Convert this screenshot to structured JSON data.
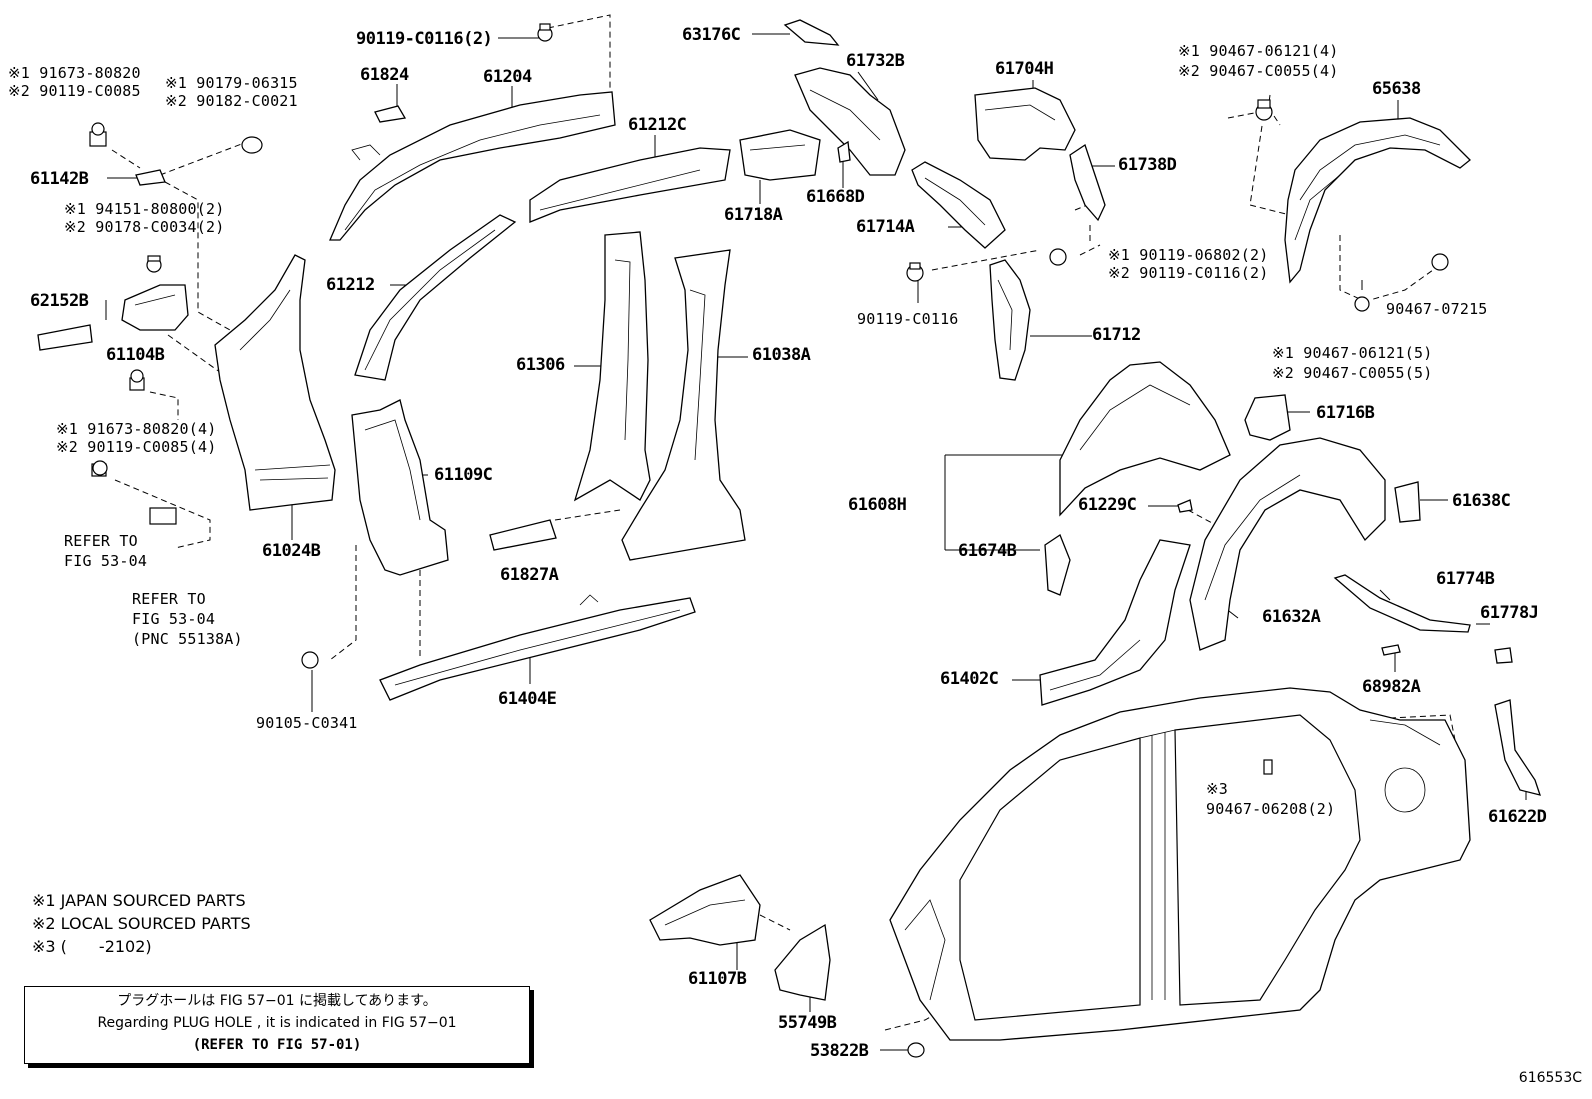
{
  "diagram_id": "616553C",
  "parts": {
    "p90119_C0116_2": "90119-C0116(2)",
    "p63176C": "63176C",
    "p61732B": "61732B",
    "p61704H": "61704H",
    "p65638": "65638",
    "n1_top_right": "※1 90467-06121(4)",
    "n2_top_right": "※2 90467-C0055(4)",
    "n1_left_top": "※1 91673-80820",
    "n2_left_top": "※2 90119-C0085",
    "n1_left_mid": "※1 90179-06315",
    "n2_left_mid": "※2 90182-C0021",
    "p61824": "61824",
    "p61204": "61204",
    "p61212C": "61212C",
    "p61142B": "61142B",
    "n1_94151": "※1 94151-80800(2)",
    "n2_90178": "※2 90178-C0034(2)",
    "p61738D": "61738D",
    "p61668D": "61668D",
    "p61718A": "61718A",
    "p61714A": "61714A",
    "p61212": "61212",
    "p62152B": "62152B",
    "p61104B": "61104B",
    "p61306": "61306",
    "p61038A": "61038A",
    "n1_90119_06802": "※1 90119-06802(2)",
    "n2_90119_C0116": "※2 90119-C0116(2)",
    "p90119_C0116": "90119-C0116",
    "p90467_07215": "90467-07215",
    "p61712": "61712",
    "n1_90467_06121_5": "※1 90467-06121(5)",
    "n2_90467_C0055_5": "※2 90467-C0055(5)",
    "p61716B": "61716B",
    "n1_91673_4": "※1 91673-80820(4)",
    "n2_90119_C0085_4": "※2 90119-C0085(4)",
    "p61109C": "61109C",
    "p61608H": "61608H",
    "p61229C": "61229C",
    "p61638C": "61638C",
    "refer1_a": "REFER TO",
    "refer1_b": "FIG 53-04",
    "p61024B": "61024B",
    "p61674B": "61674B",
    "p61827A": "61827A",
    "refer2_a": "REFER TO",
    "refer2_b": "FIG 53-04",
    "refer2_c": "(PNC 55138A)",
    "p61774B": "61774B",
    "p61632A": "61632A",
    "p61778J": "61778J",
    "p61402C": "61402C",
    "p68982A": "68982A",
    "p61404E": "61404E",
    "p90105_C0341": "90105-C0341",
    "n3_a": "※3",
    "n3_b": "90467-06208(2)",
    "p61622D": "61622D",
    "p61107B": "61107B",
    "p55749B": "55749B",
    "p53822B": "53822B"
  },
  "legend": {
    "l1": "※1 JAPAN SOURCED PARTS",
    "l2": "※2 LOCAL SOURCED PARTS",
    "l3": "※3 (　　-2102)"
  },
  "notice": {
    "jp": "プラグホールは FIG 57−01 に掲載してあります。",
    "en": "Regarding  PLUG HOLE , it is indicated in FIG  57−01",
    "ref": "(REFER TO FIG 57-01)"
  }
}
